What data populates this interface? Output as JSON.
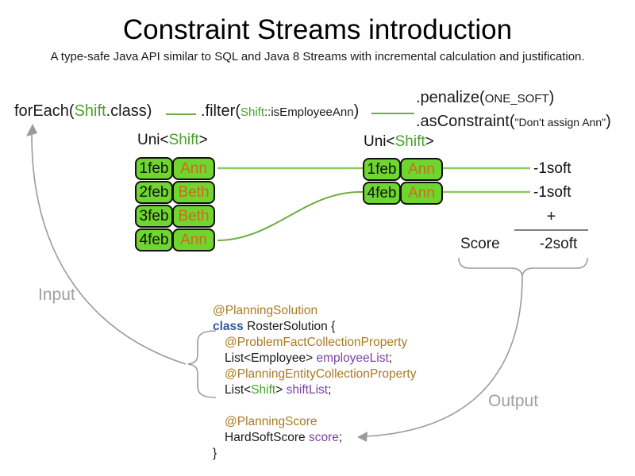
{
  "title": "Constraint Streams introduction",
  "subtitle": "A type-safe Java API similar to SQL and Java 8 Streams with incremental calculation and justification.",
  "pipeline": {
    "foreach": {
      "prefix": "forEach(",
      "type": "Shift",
      "suffix": ".class)"
    },
    "filter": {
      "prefix": ".filter(",
      "arg_type": "Shift",
      "arg_rest": "::isEmployeeAnn",
      "suffix": ")"
    },
    "penalize": {
      "prefix": ".penalize(",
      "arg": "ONE_SOFT",
      "suffix": ")"
    },
    "as_constraint": {
      "prefix": ".asConstraint(",
      "arg": "\"Don't assign Ann\"",
      "suffix": ")"
    }
  },
  "left_stream": {
    "label_prefix": "Uni<",
    "label_type": "Shift",
    "label_suffix": ">",
    "rows": [
      {
        "date": "1feb",
        "employee": "Ann"
      },
      {
        "date": "2feb",
        "employee": "Beth"
      },
      {
        "date": "3feb",
        "employee": "Beth"
      },
      {
        "date": "4feb",
        "employee": "Ann"
      }
    ]
  },
  "right_stream": {
    "label_prefix": "Uni<",
    "label_type": "Shift",
    "label_suffix": ">",
    "rows": [
      {
        "date": "1feb",
        "employee": "Ann"
      },
      {
        "date": "4feb",
        "employee": "Ann"
      }
    ],
    "penalties": [
      "-1soft",
      "-1soft"
    ]
  },
  "score_summary": {
    "plus": "+",
    "score_label": "Score",
    "total": "-2soft"
  },
  "io": {
    "input": "Input",
    "output": "Output"
  },
  "code": {
    "l0": "@PlanningSolution",
    "l1_kw": "class",
    "l1_rest": " RosterSolution {",
    "l2": "@ProblemFactCollectionProperty",
    "l3_a": "List<Employee> ",
    "l3_b": "employeeList",
    "l3_c": ";",
    "l4": "@PlanningEntityCollectionProperty",
    "l5_a": "List<",
    "l5_b": "Shift",
    "l5_c": "> ",
    "l5_d": "shiftList",
    "l5_e": ";",
    "l7": "@PlanningScore",
    "l8_a": "HardSoftScore ",
    "l8_b": "score",
    "l8_c": ";",
    "l9": "}"
  },
  "colors": {
    "type_green": "#46a22a",
    "box_green": "#6fd62f",
    "employee_orange": "#d2691e",
    "annotation_gold": "#a87b21",
    "keyword_blue": "#315a9b",
    "field_purple": "#7b43a1",
    "arrow_gray": "#9b9b9b",
    "line_green_light": "#8fc763",
    "line_green_dark": "#6fae3f"
  }
}
